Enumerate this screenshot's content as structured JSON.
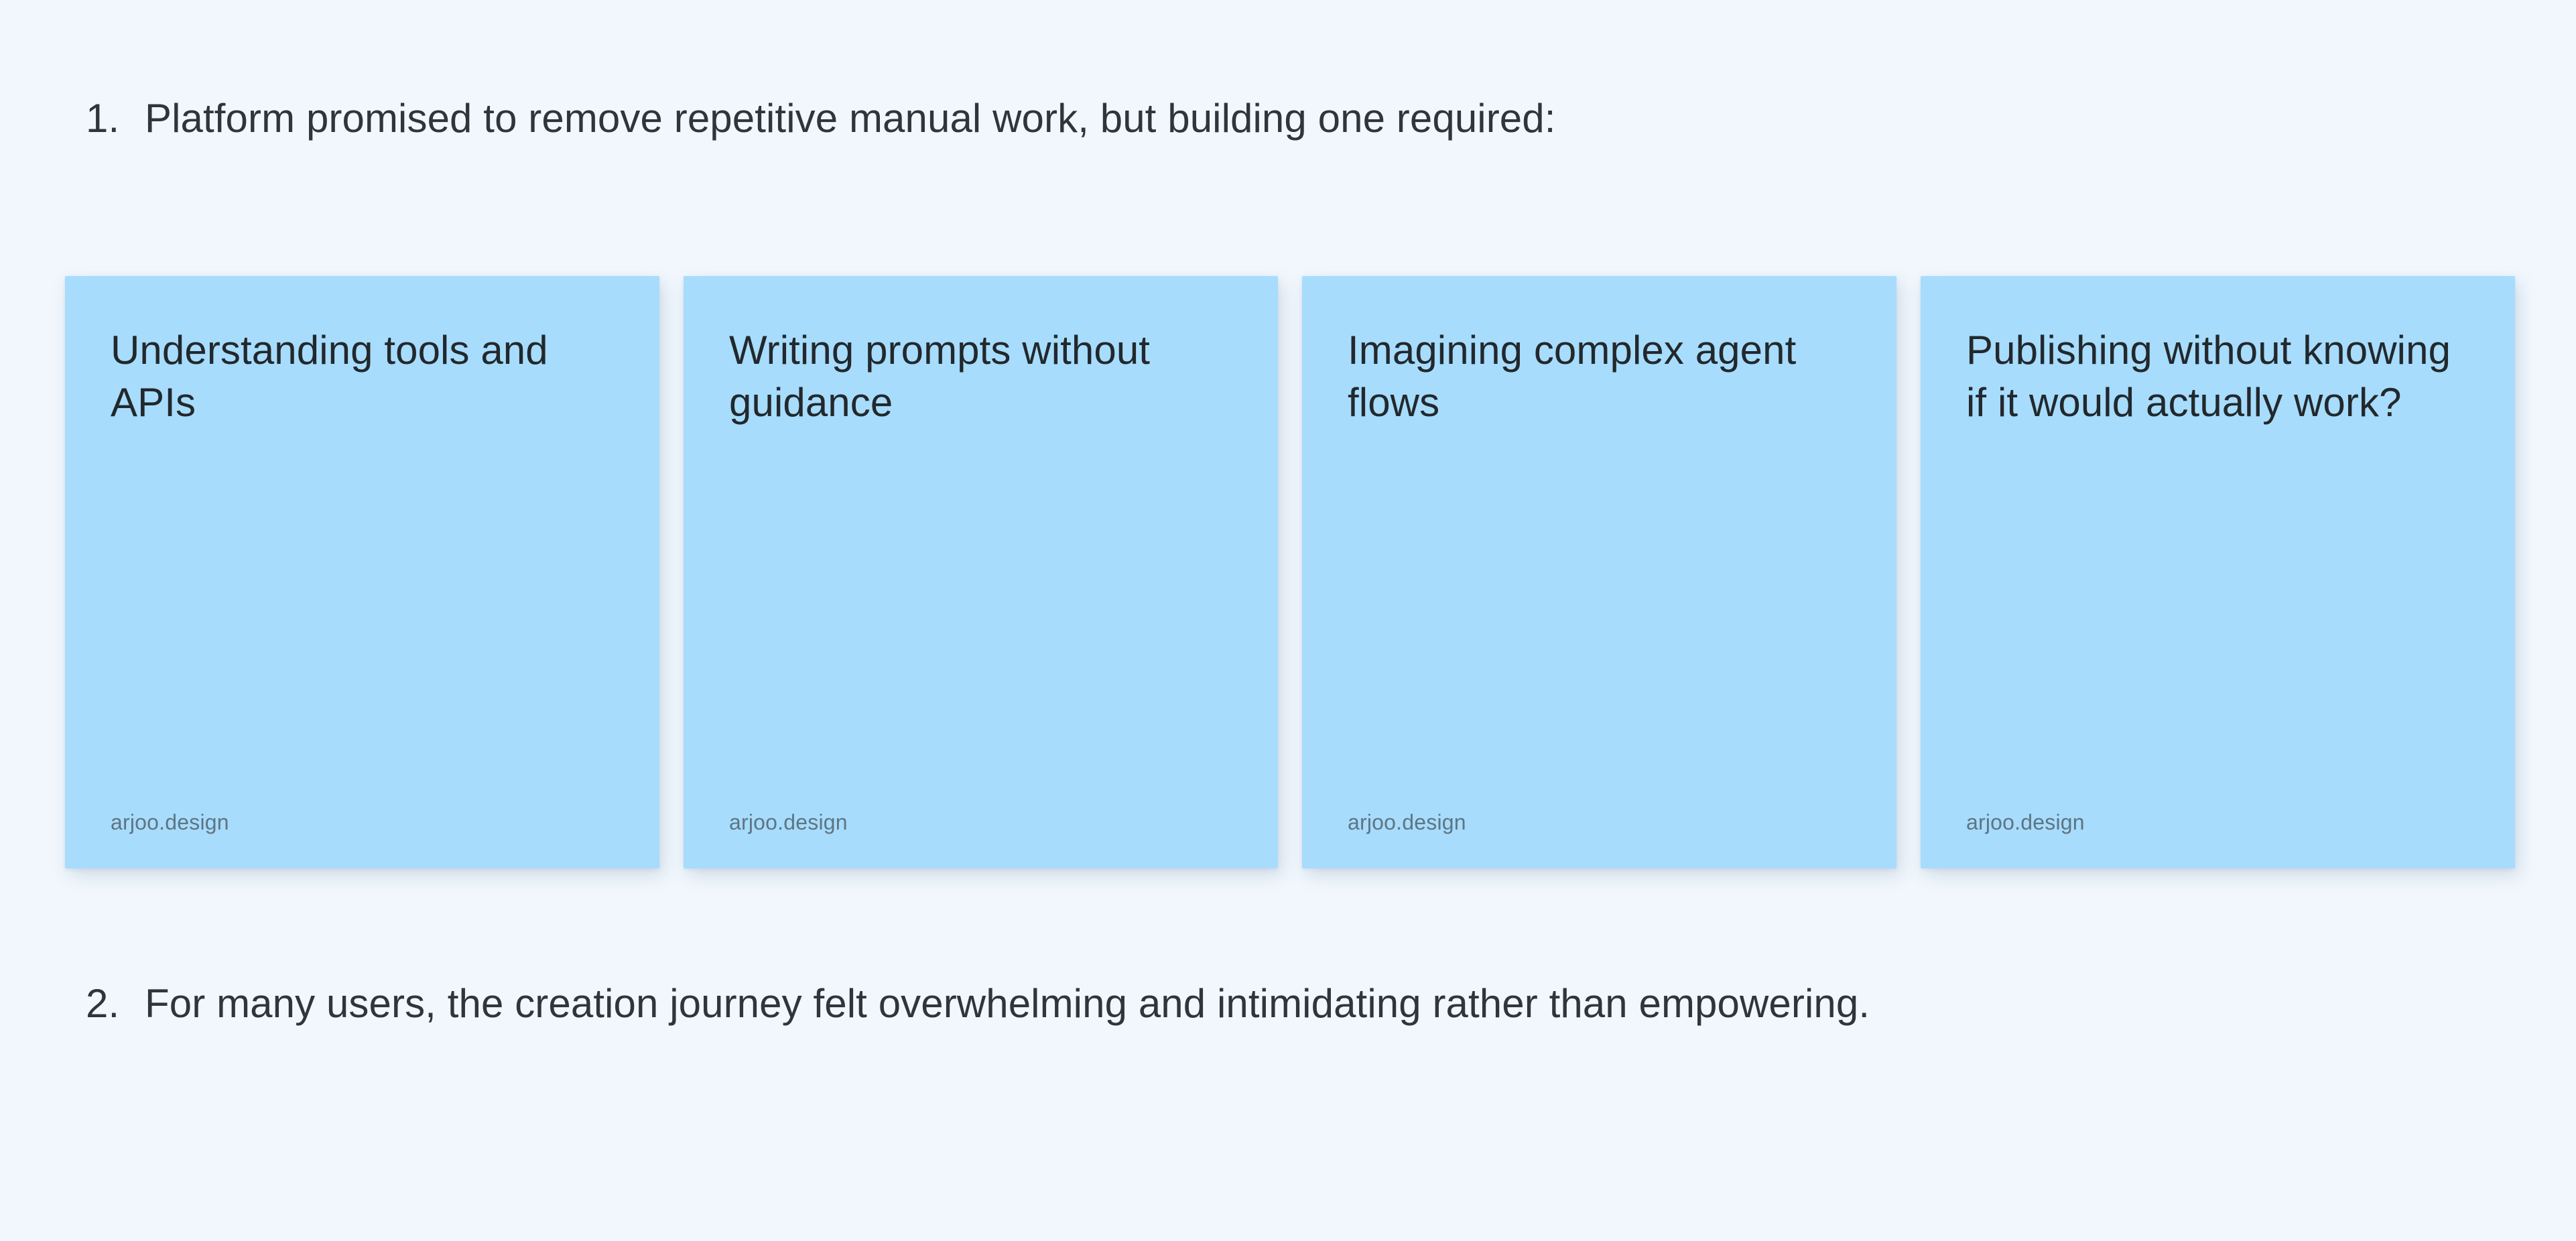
{
  "theme": {
    "page_background": "#f1f7fd",
    "card_background": "#a7dcfd",
    "text_color": "#2f3539",
    "card_title_color": "#22282c",
    "card_footer_color": "#5f7582"
  },
  "list": {
    "items": [
      {
        "marker": "1.",
        "text": "Platform promised to remove repetitive manual work, but building one required:"
      },
      {
        "marker": "2.",
        "text": "For many users, the creation journey felt overwhelming and intimidating rather than empowering."
      }
    ]
  },
  "cards": [
    {
      "title": "Understanding tools and APIs",
      "footer": "arjoo.design"
    },
    {
      "title": "Writing prompts without guidance",
      "footer": "arjoo.design"
    },
    {
      "title": "Imagining complex agent flows",
      "footer": "arjoo.design"
    },
    {
      "title": "Publishing without knowing if it would actually work?",
      "footer": "arjoo.design"
    }
  ]
}
